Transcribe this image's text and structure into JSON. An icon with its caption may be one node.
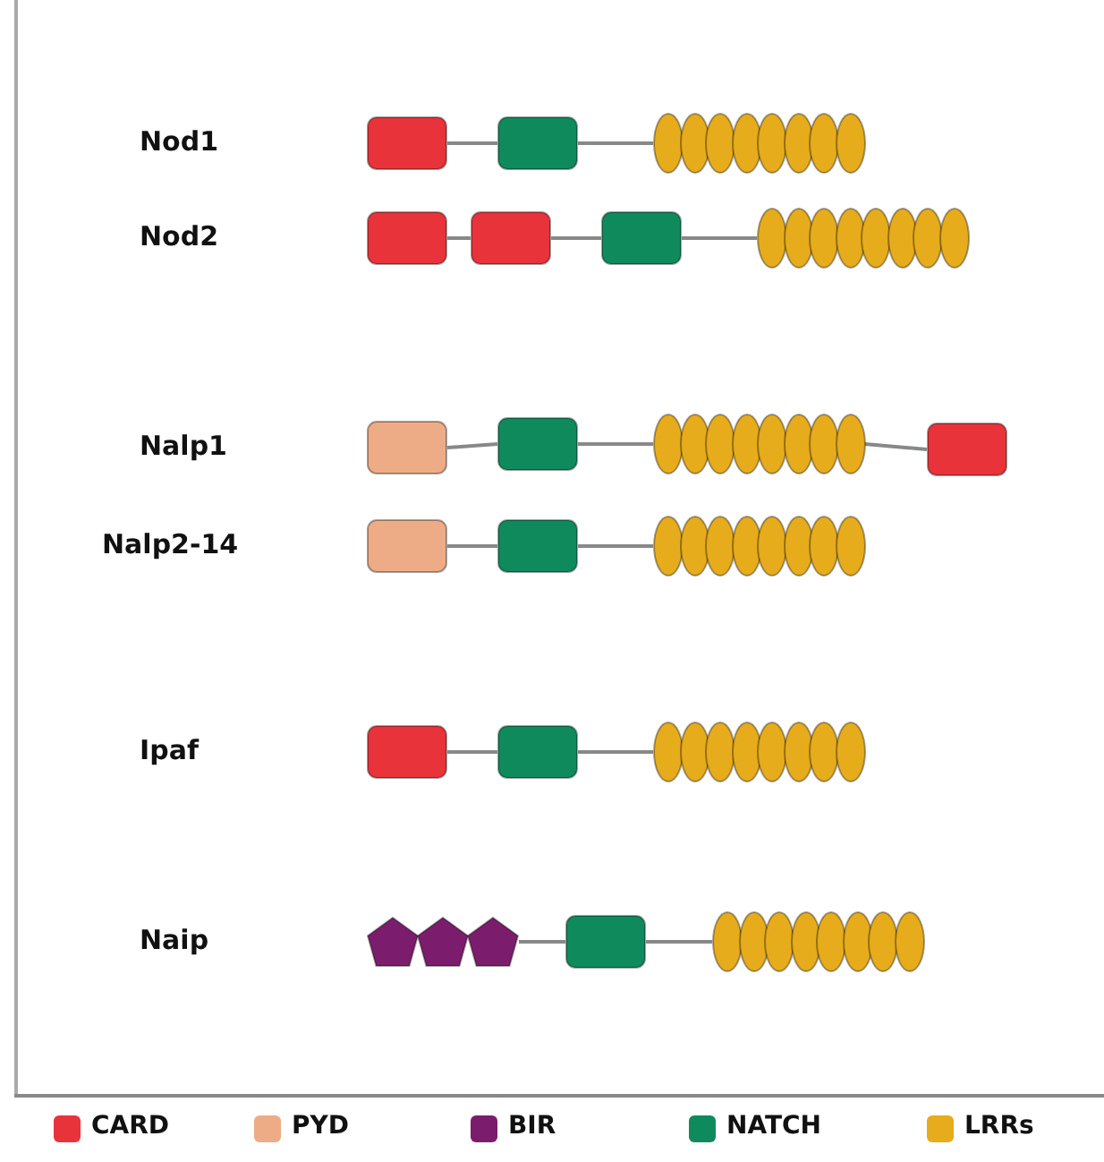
{
  "diagram": {
    "nodes": [
      {
        "text": [],
        "shape": "box"
      },
      {
        "text": [],
        "shape": "box"
      },
      {
        "text": [],
        "shape": "oval"
      },
      {
        "text": [],
        "shape": "oval"
      },
      {
        "text": [],
        "shape": "oval"
      },
      {
        "text": [],
        "shape": "oval"
      },
      {
        "text": [],
        "shape": "oval"
      },
      {
        "text": [],
        "shape": "oval"
      },
      {
        "text": [],
        "shape": "oval"
      },
      {
        "text": [],
        "shape": "oval"
      },
      {
        "text": [],
        "shape": "box"
      },
      {
        "text": [],
        "shape": "box"
      },
      {
        "text": [],
        "shape": "box"
      },
      {
        "text": [],
        "shape": "oval"
      },
      {
        "text": [],
        "shape": "oval"
      },
      {
        "text": [],
        "shape": "oval"
      },
      {
        "text": [],
        "shape": "oval"
      },
      {
        "text": [],
        "shape": "oval"
      },
      {
        "text": [],
        "shape": "oval"
      },
      {
        "text": [],
        "shape": "oval"
      },
      {
        "text": [],
        "shape": "oval"
      },
      {
        "text": [],
        "shape": "box"
      },
      {
        "text": [],
        "shape": "box"
      },
      {
        "text": [],
        "shape": "oval"
      },
      {
        "text": [],
        "shape": "oval"
      },
      {
        "text": [],
        "shape": "oval"
      },
      {
        "text": [],
        "shape": "oval"
      },
      {
        "text": [],
        "shape": "oval"
      },
      {
        "text": [],
        "shape": "oval"
      },
      {
        "text": [],
        "shape": "oval"
      },
      {
        "text": [],
        "shape": "oval"
      },
      {
        "text": [],
        "shape": "box"
      },
      {
        "text": [],
        "shape": "box"
      },
      {
        "text": [],
        "shape": "box"
      },
      {
        "text": [],
        "shape": "oval"
      },
      {
        "text": [],
        "shape": "oval"
      },
      {
        "text": [],
        "shape": "oval"
      },
      {
        "text": [],
        "shape": "oval"
      },
      {
        "text": [],
        "shape": "oval"
      },
      {
        "text": [],
        "shape": "oval"
      },
      {
        "text": [],
        "shape": "oval"
      },
      {
        "text": [],
        "shape": "oval"
      },
      {
        "text": [],
        "shape": "box"
      },
      {
        "text": [],
        "shape": "box"
      },
      {
        "text": [],
        "shape": "oval"
      },
      {
        "text": [],
        "shape": "oval"
      },
      {
        "text": [],
        "shape": "oval"
      },
      {
        "text": [],
        "shape": "oval"
      },
      {
        "text": [],
        "shape": "oval"
      },
      {
        "text": [],
        "shape": "oval"
      },
      {
        "text": [],
        "shape": "oval"
      },
      {
        "text": [],
        "shape": "oval"
      },
      {
        "text": [],
        "shape": "pentagon"
      },
      {
        "text": [],
        "shape": "pentagon"
      },
      {
        "text": [],
        "shape": "pentagon"
      },
      {
        "text": [],
        "shape": "box"
      },
      {
        "text": [],
        "shape": "oval"
      },
      {
        "text": [],
        "shape": "oval"
      },
      {
        "text": [],
        "shape": "oval"
      },
      {
        "text": [],
        "shape": "oval"
      },
      {
        "text": [],
        "shape": "oval"
      },
      {
        "text": [],
        "shape": "oval"
      },
      {
        "text": [],
        "shape": "oval"
      },
      {
        "text": [],
        "shape": "oval"
      }
    ],
    "edges": [
      {
        "from": 0,
        "to": 1,
        "arrow": "none"
      },
      {
        "from": 1,
        "to": 2,
        "arrow": "none"
      },
      {
        "from": 10,
        "to": 11,
        "arrow": "none"
      },
      {
        "from": 11,
        "to": 12,
        "arrow": "none"
      },
      {
        "from": 12,
        "to": 13,
        "arrow": "none"
      },
      {
        "from": 21,
        "to": 22,
        "arrow": "none"
      },
      {
        "from": 22,
        "to": 23,
        "arrow": "none"
      },
      {
        "from": 30,
        "to": 31,
        "arrow": "none"
      },
      {
        "from": 32,
        "to": 33,
        "arrow": "none"
      },
      {
        "from": 33,
        "to": 34,
        "arrow": "none"
      },
      {
        "from": 42,
        "to": 43,
        "arrow": "none"
      },
      {
        "from": 43,
        "to": 44,
        "arrow": "none"
      },
      {
        "from": 54,
        "to": 55,
        "arrow": "none"
      },
      {
        "from": 55,
        "to": 56,
        "arrow": "none"
      }
    ],
    "labels": [
      "Nod1",
      "Nod2",
      "Nalp1",
      "Nalp2-14",
      "Ipaf",
      "Naip"
    ],
    "legend": [
      {
        "text": "CARD",
        "color": "#e8333b"
      },
      {
        "text": "PYD",
        "color": "#eeac86"
      },
      {
        "text": "BIR",
        "color": "#7b1d6c"
      },
      {
        "text": "NATCH",
        "color": "#0f8a5c"
      },
      {
        "text": "LRRs",
        "color": "#e6ac1c"
      }
    ]
  }
}
